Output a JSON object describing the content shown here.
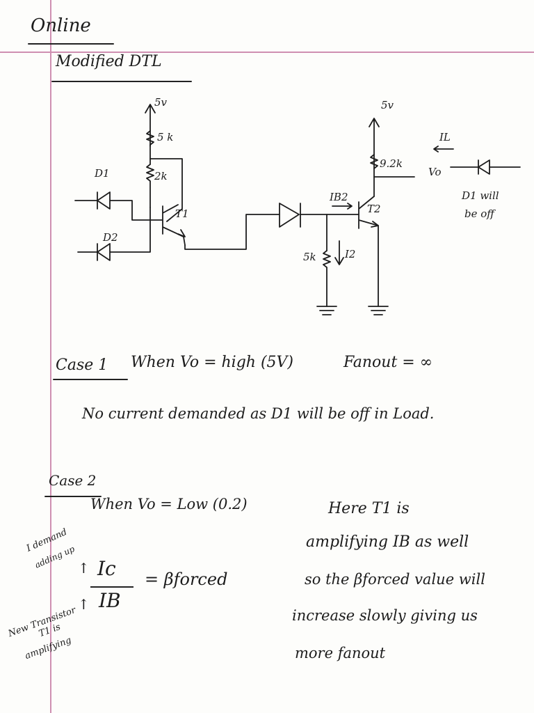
{
  "header": {
    "section": "Online",
    "title": "Modified DTL"
  },
  "circuit": {
    "supply_left": "5v",
    "supply_right": "5v",
    "r_top": "5 k",
    "r_mid": "2k",
    "r_collector": "9.2k",
    "r_base": "5k",
    "diode_1": "D1",
    "diode_2": "D2",
    "transistor_1": "T1",
    "transistor_2": "T2",
    "i_b2": "IB2",
    "i_2": "I2",
    "i_l": "IL",
    "v_out": "Vo",
    "load_note_1": "D1 will",
    "load_note_2": "be off"
  },
  "case1": {
    "label": "Case 1",
    "condition": "When Vo = high (5V)",
    "fanout": "Fanout = ∞",
    "note": "No current demanded as D1 will be off in Load."
  },
  "case2": {
    "label": "Case 2",
    "condition": "When Vo = Low (0.2)",
    "side_note_1a": "I demand",
    "side_note_1b": "adding up",
    "numerator": "Ic",
    "denominator": "IB",
    "equals": "= βforced",
    "side_note_2a": "New Transistor",
    "side_note_2b": "T1 is",
    "side_note_2c": "amplifying",
    "explain_1": "Here T1 is",
    "explain_2": "amplifying IB as well",
    "explain_3": "so the βforced value will",
    "explain_4": "increase slowly giving us",
    "explain_5": "more fanout"
  }
}
